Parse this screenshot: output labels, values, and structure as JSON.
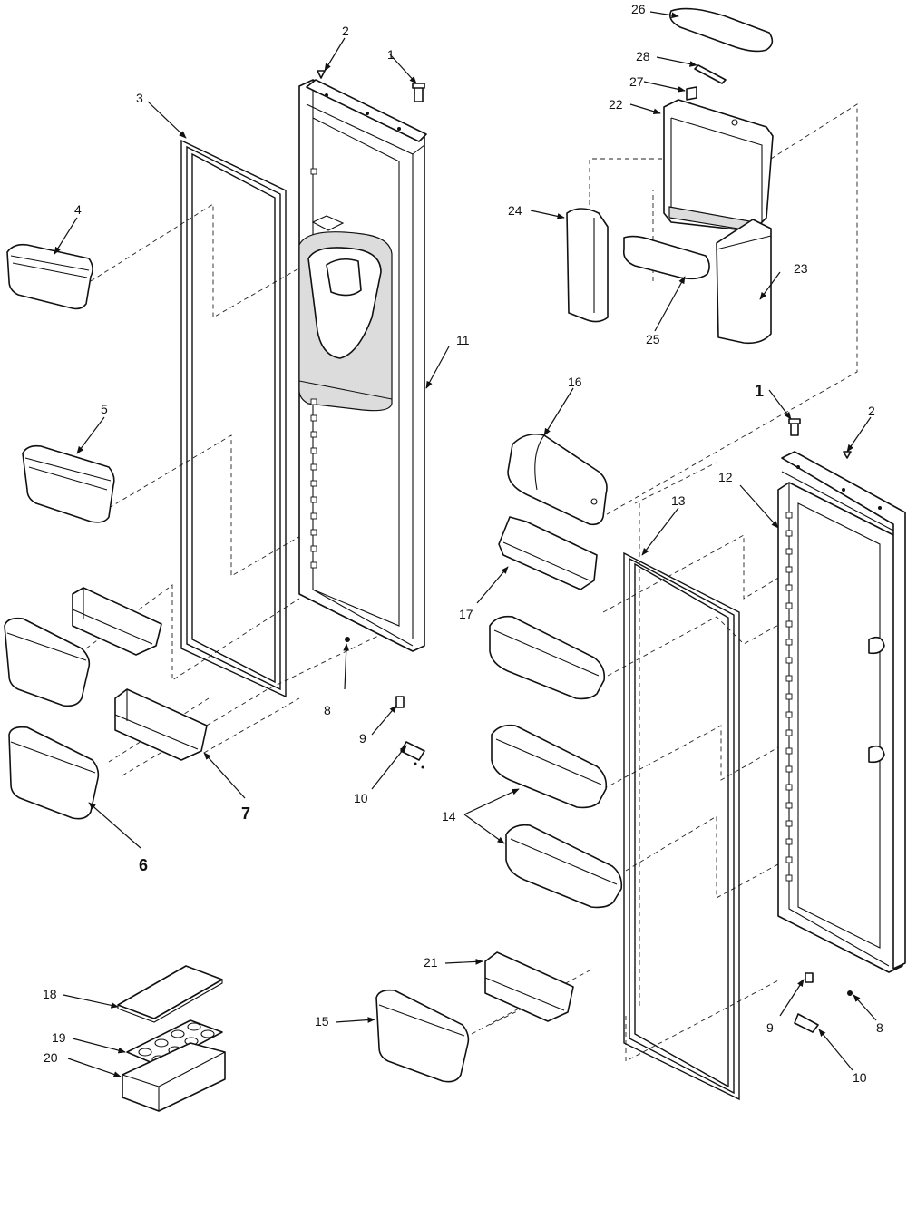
{
  "callouts": {
    "c1a": "1",
    "c2a": "2",
    "c3": "3",
    "c4": "4",
    "c5": "5",
    "c6": "6",
    "c7": "7",
    "c8a": "8",
    "c9a": "9",
    "c10a": "10",
    "c11": "11",
    "c1b": "1",
    "c2b": "2",
    "c12": "12",
    "c13": "13",
    "c14": "14",
    "c15": "15",
    "c16": "16",
    "c17": "17",
    "c18": "18",
    "c19": "19",
    "c20": "20",
    "c21": "21",
    "c8b": "8",
    "c9b": "9",
    "c10b": "10",
    "c22": "22",
    "c23": "23",
    "c24": "24",
    "c25": "25",
    "c26": "26",
    "c27": "27",
    "c28": "28"
  }
}
